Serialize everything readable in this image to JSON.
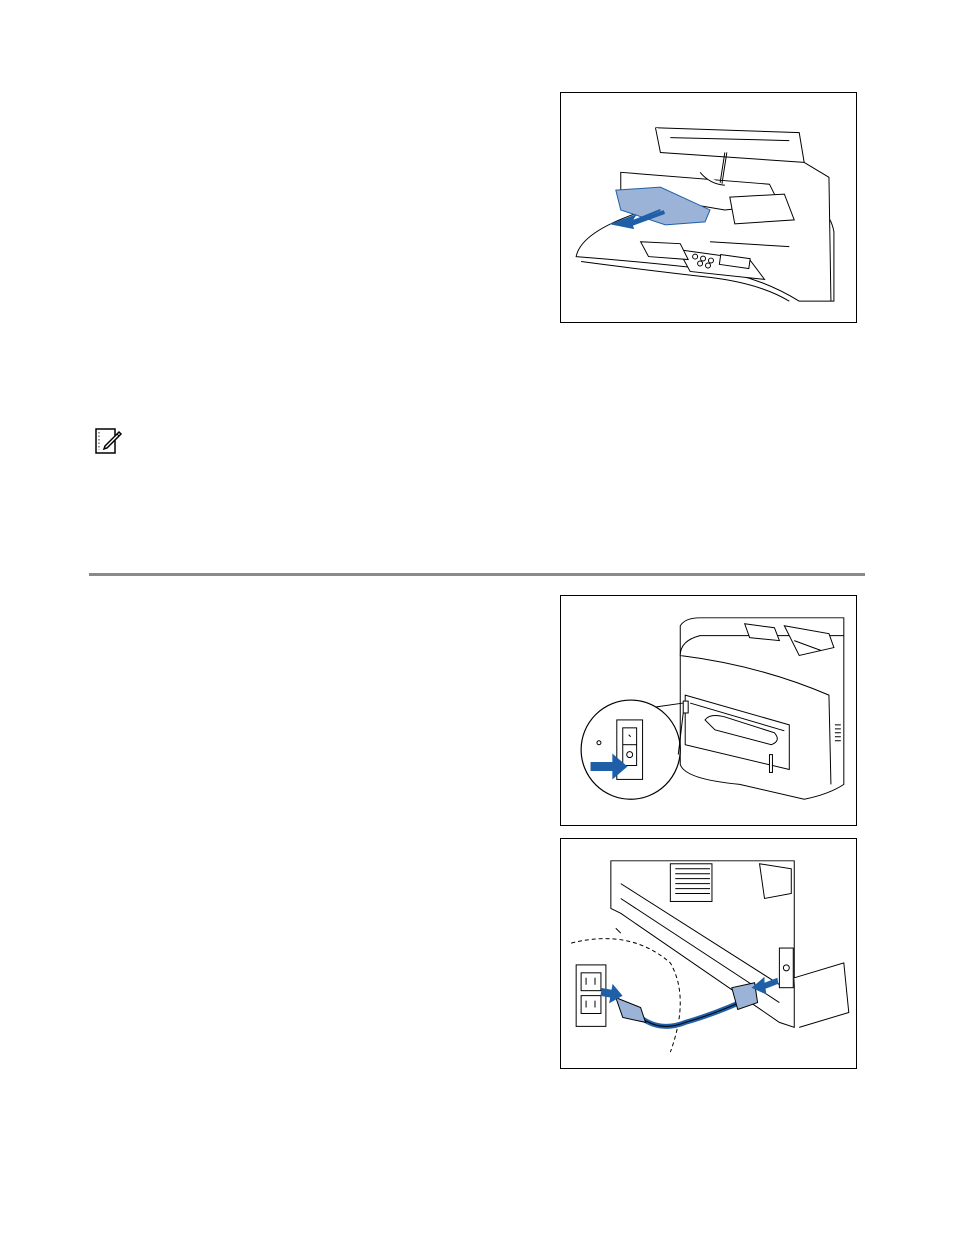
{
  "page": {
    "figures": [
      {
        "id": "output-tray",
        "icon": "printer-output-tray-extension-illustration"
      },
      {
        "id": "power-switch",
        "icon": "printer-power-switch-off-illustration"
      },
      {
        "id": "power-cord",
        "icon": "printer-power-cord-unplug-illustration"
      }
    ],
    "note_icon": "note-pencil-icon",
    "colors": {
      "accent_blue": "#1f5fa8",
      "tray_fill": "#9bb3d6",
      "rule_gray": "#8a8a8a",
      "outline": "#000000"
    }
  }
}
